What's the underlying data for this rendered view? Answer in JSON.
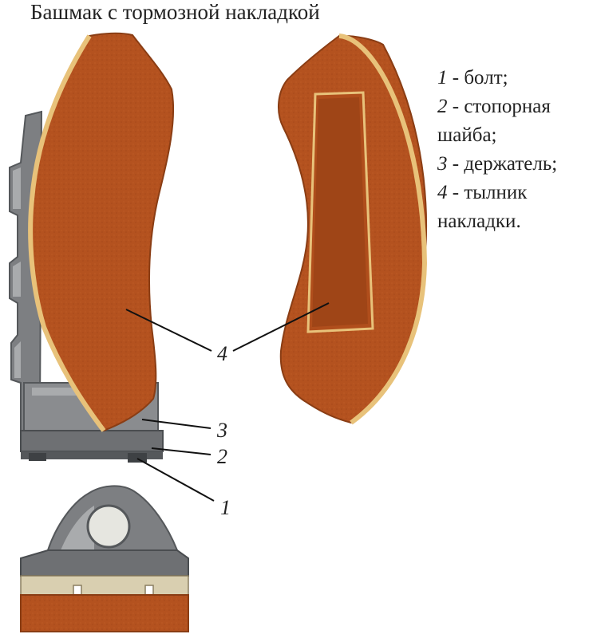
{
  "title": "Башмак с тормозной накладкой",
  "legend": [
    {
      "num": "1",
      "lines": [
        "- болт;"
      ]
    },
    {
      "num": "2",
      "lines": [
        "- стопорная",
        "шайба;"
      ]
    },
    {
      "num": "3",
      "lines": [
        "- держатель;"
      ]
    },
    {
      "num": "4",
      "lines": [
        "- тылник",
        "накладки."
      ]
    }
  ],
  "callouts": {
    "c4": "4",
    "c3": "3",
    "c2": "2",
    "c1": "1"
  },
  "colors": {
    "pad": "#b4521f",
    "pad_dark": "#9a4216",
    "pad_edge": "#e8c27a",
    "steel": "#7d7f82",
    "steel_light": "#a9abad",
    "steel_dark": "#55585b",
    "backing": "#d9cfb0"
  }
}
